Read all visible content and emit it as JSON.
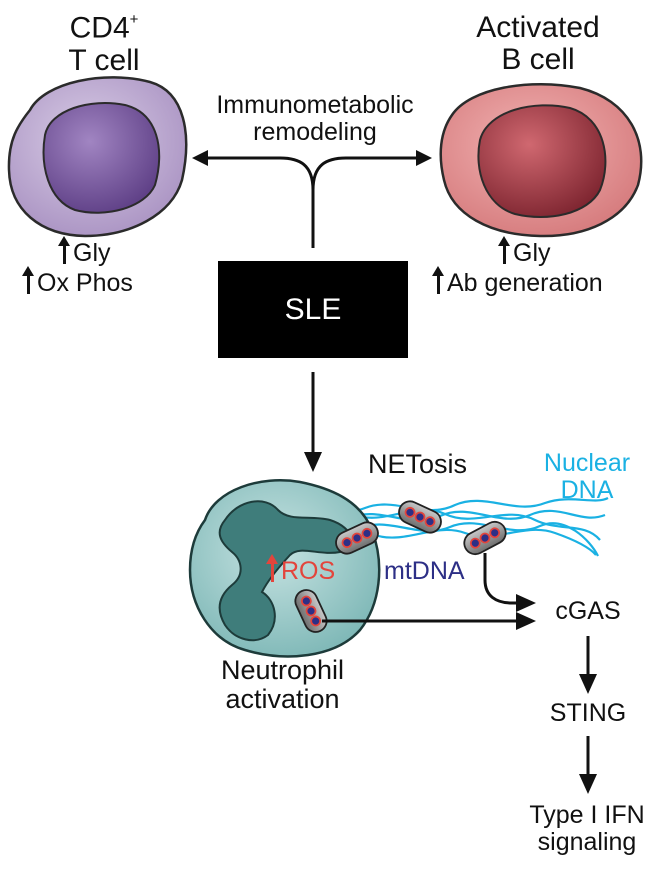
{
  "cd4": {
    "title_line1": "CD4",
    "title_sup": "+",
    "title_line2": "T cell",
    "effect1": "Gly",
    "effect2": "Ox Phos"
  },
  "bcell": {
    "title_line1": "Activated",
    "title_line2": "B cell",
    "effect1": "Gly",
    "effect2": "Ab generation"
  },
  "remodel": {
    "line1": "Immunometabolic",
    "line2": "remodeling"
  },
  "sle": {
    "label": "SLE"
  },
  "netosis": {
    "label": "NETosis"
  },
  "nuclear_dna": {
    "line1": "Nuclear",
    "line2": "DNA"
  },
  "ros": {
    "label": "ROS"
  },
  "mtdna": {
    "label": "mtDNA"
  },
  "neutrophil": {
    "line1": "Neutrophil",
    "line2": "activation"
  },
  "pathway": {
    "cgas": "cGAS",
    "sting": "STING",
    "ifn_line1": "Type I IFN",
    "ifn_line2": "signaling"
  },
  "colors": {
    "cd4_cell": "#b9a3cf",
    "b_cell": "#e08a8c",
    "neutrophil": "#a9cfcf",
    "nuclear_dna": "#1ab1e3",
    "ros": "#e3453c",
    "mtdna": "#2d2f86",
    "sle_box": "#000000"
  }
}
